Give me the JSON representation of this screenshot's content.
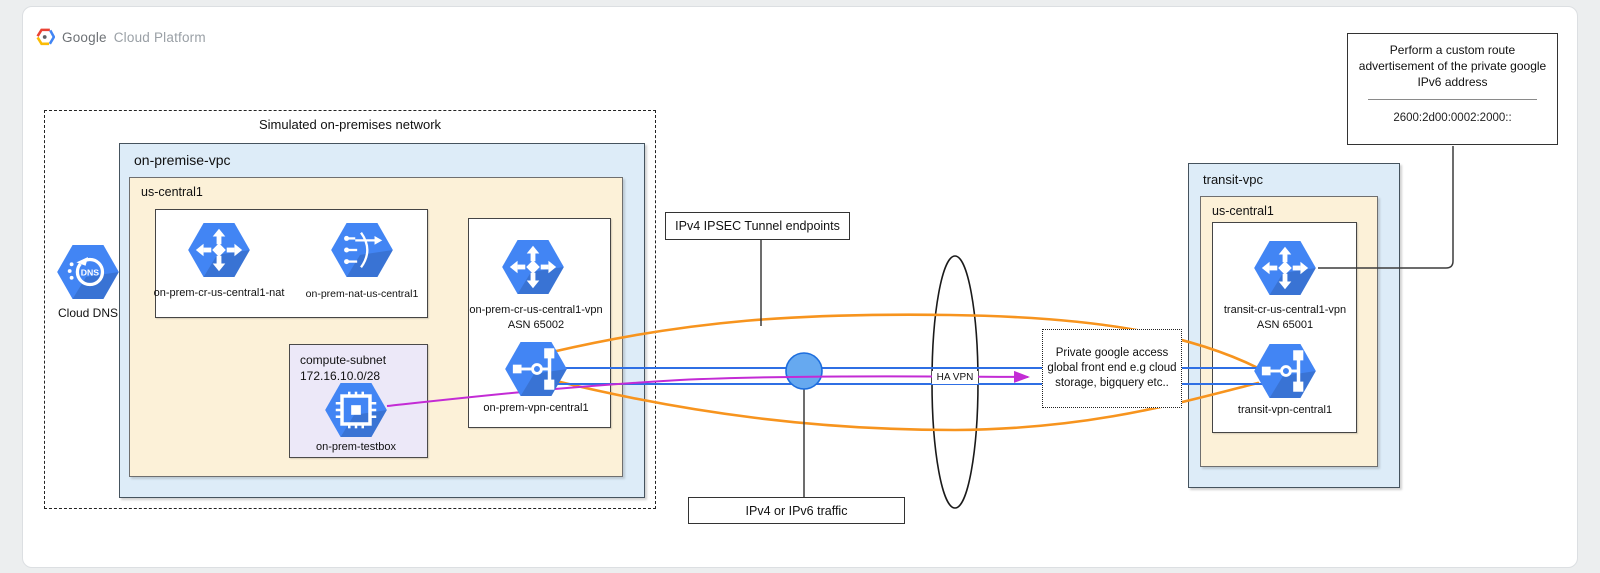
{
  "logo": {
    "brand_primary": "Google",
    "brand_secondary": "Cloud Platform"
  },
  "onprem": {
    "network_label": "Simulated on-premises network",
    "vpc_label": "on-premise-vpc",
    "region_label": "us-central1",
    "router_nat_label": "on-prem-cr-us-central1-nat",
    "nat_label": "on-prem-nat-us-central1",
    "subnet_name": "compute-subnet",
    "subnet_cidr": "172.16.10.0/28",
    "testbox_label": "on-prem-testbox",
    "vpn_router_label": "on-prem-cr-us-central1-vpn",
    "vpn_router_asn": "ASN 65002",
    "vpn_gateway_label": "on-prem-vpn-central1"
  },
  "dns_label": "Cloud DNS",
  "connectivity": {
    "ipsec_label": "IPv4 IPSEC Tunnel endpoints",
    "traffic_label": "IPv4 or IPv6 traffic",
    "ha_vpn_label": "HA VPN",
    "pga_label": "Private google access global front end e.g cloud storage, bigquery etc.."
  },
  "transit": {
    "vpc_label": "transit-vpc",
    "region_label": "us-central1",
    "router_label": "transit-cr-us-central1-vpn",
    "router_asn": "ASN 65001",
    "vpn_gateway_label": "transit-vpn-central1"
  },
  "callout": {
    "text": "Perform a custom route advertisement of the private google IPv6 address",
    "ipv6_address": "2600:2d00:0002:2000::"
  },
  "colors": {
    "gcp_blue": "#4285f4",
    "tunnel_orange": "#f7941e",
    "traffic_blue": "#2f6fe4",
    "route_purple": "#c32bd5",
    "vpc_fill": "#ddecf8",
    "region_fill": "#fcf1d8",
    "subnet_fill": "#ece8f8"
  }
}
